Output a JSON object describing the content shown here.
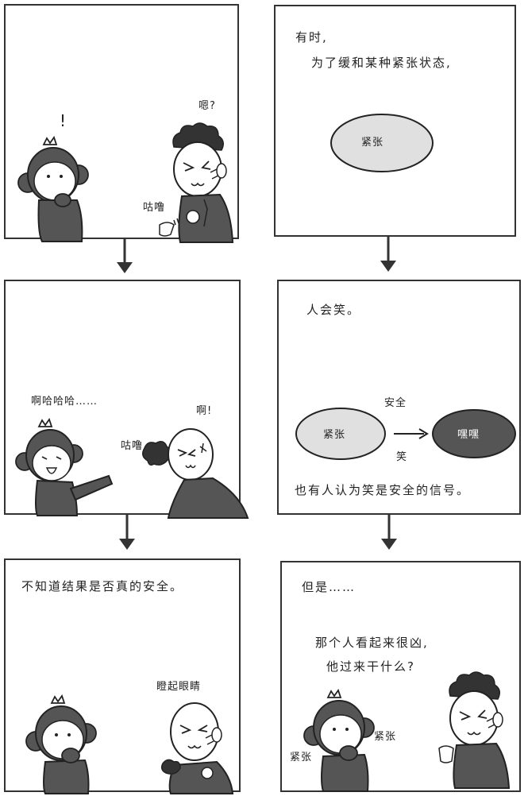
{
  "panels": {
    "p1": {
      "exclaim": "!",
      "question": "嗯?",
      "gulp": "咕噜"
    },
    "p2": {
      "line1": "有时,",
      "line2": "为了缓和某种紧张状态,",
      "oval": "紧张"
    },
    "p3": {
      "laugh": "啊哈哈哈……",
      "ah": "啊!",
      "gulp": "咕噜"
    },
    "p4": {
      "line1": "人会笑。",
      "safe": "安全",
      "oval_left": "紧张",
      "laugh_label": "笑",
      "oval_right": "嘿嘿",
      "line2": "也有人认为笑是安全的信号。"
    },
    "p5": {
      "line1": "不知道结果是否真的安全。",
      "stare": "瞪起眼睛"
    },
    "p6": {
      "line1": "但是……",
      "line2": "那个人看起来很凶,",
      "line3": "他过来干什么?",
      "tense_left": "紧张",
      "tense_right": "紧张"
    }
  },
  "colors": {
    "ink": "#222222",
    "dark_oval": "#555555",
    "light_oval": "#e0e0e0",
    "hair": "#333333"
  }
}
